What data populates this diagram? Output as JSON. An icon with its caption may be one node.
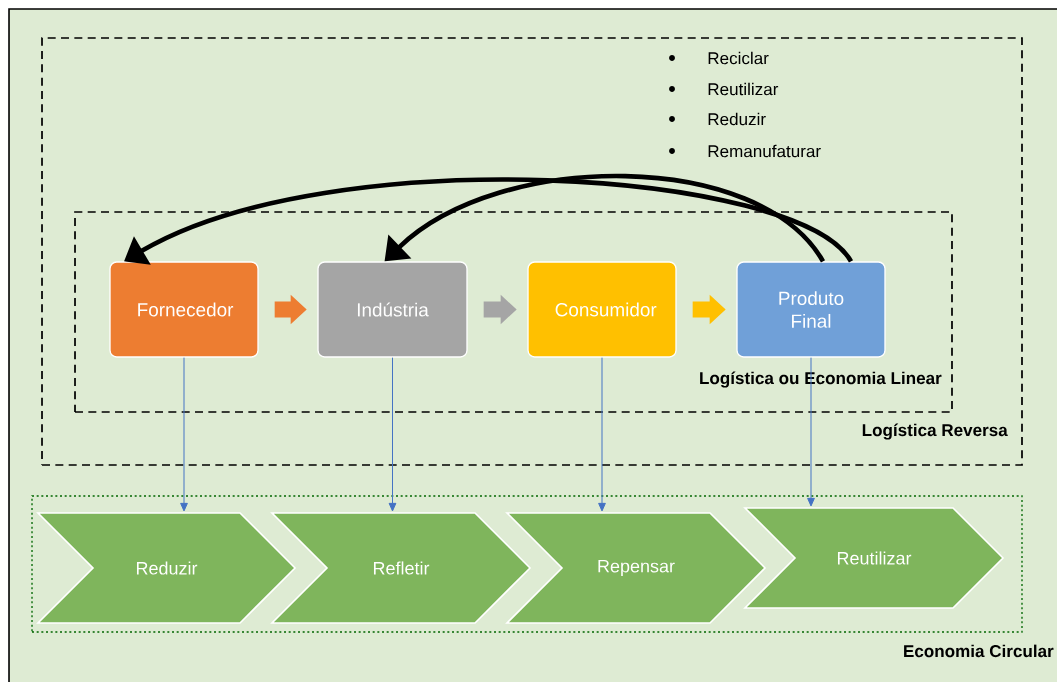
{
  "diagram": {
    "nodes": [
      {
        "text": [
          "Logística Reversa"
        ]
      },
      {
        "text": [
          "Logística ou Economia Linear"
        ],
        "in": 0
      },
      {
        "text": [
          "Fornecedor"
        ],
        "in": 1
      },
      {
        "text": [
          "Indústria"
        ],
        "in": 1
      },
      {
        "text": [
          "Consumidor"
        ],
        "in": 1
      },
      {
        "text": [
          "Produto Final"
        ],
        "in": 1
      },
      {
        "text": [
          "Economia Circular"
        ]
      },
      {
        "text": [
          "Reduzir"
        ],
        "in": 6
      },
      {
        "text": [
          "Refletir"
        ],
        "in": 6
      },
      {
        "text": [
          "Repensar"
        ],
        "in": 6
      },
      {
        "text": [
          "Reutilizar"
        ],
        "in": 6
      }
    ],
    "edges": [
      {
        "from": 2,
        "to": 3,
        "arrow": "to",
        "color": "#ed7d31"
      },
      {
        "from": 3,
        "to": 4,
        "arrow": "to",
        "color": "#a5a5a5"
      },
      {
        "from": 4,
        "to": 5,
        "arrow": "to",
        "color": "#ffc000"
      },
      {
        "from": 5,
        "to": 2,
        "arrow": "to",
        "style": "thick",
        "color": "#000000"
      },
      {
        "from": 5,
        "to": 3,
        "arrow": "to",
        "style": "thick",
        "color": "#000000"
      },
      {
        "from": 2,
        "to": 7,
        "arrow": "to"
      },
      {
        "from": 3,
        "to": 8,
        "arrow": "to"
      },
      {
        "from": 4,
        "to": 9,
        "arrow": "to"
      },
      {
        "from": 5,
        "to": 10,
        "arrow": "to"
      }
    ],
    "labels": [
      "Reciclar",
      "Reutilizar",
      "Reduzir",
      "Remanufaturar"
    ]
  }
}
